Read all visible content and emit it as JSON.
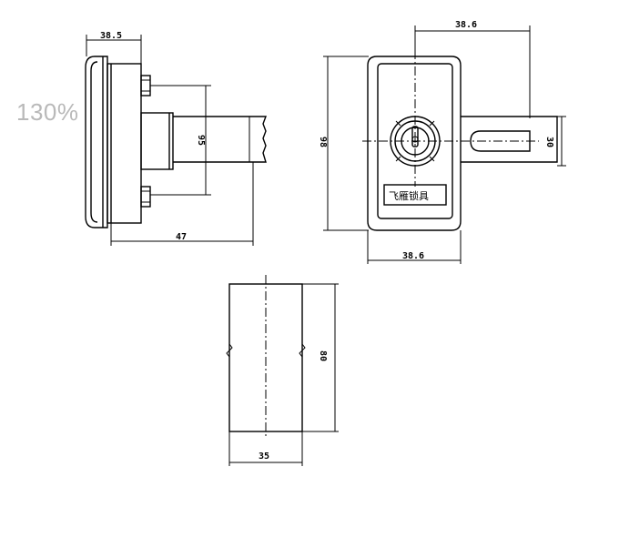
{
  "zoom_label": "130%",
  "side_view": {
    "dim_top": "38.5",
    "dim_bottom": "47",
    "dim_vertical": "95"
  },
  "front_view": {
    "dim_top": "38.6",
    "dim_left": "98",
    "dim_right": "30",
    "dim_bottom": "38.6",
    "plate_text": "飞雁锁具"
  },
  "bottom_view": {
    "dim_right": "80",
    "dim_bottom": "35"
  }
}
